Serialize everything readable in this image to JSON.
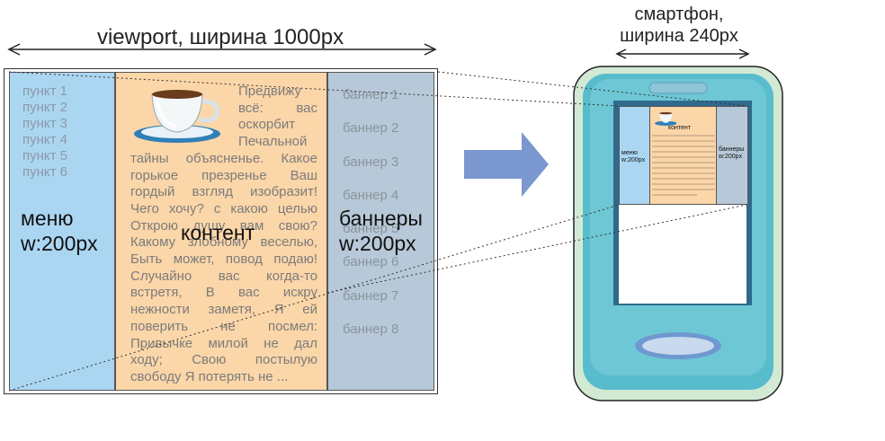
{
  "viewport": {
    "label": "viewport, ширина 1000px",
    "menu": {
      "items": [
        "пункт 1",
        "пункт 2",
        "пункт 3",
        "пункт 4",
        "пункт 5",
        "пункт 6"
      ],
      "label_line1": "меню",
      "label_line2": "w:200px"
    },
    "content": {
      "label": "контент",
      "text": "Предвижу всё: вас оскорбит Печальной тайны объясненье. Какое горькое презренье Ваш гордый взгляд изобразит! Чего хочу? с какою целью Открою душу вам свою? Какому злобному веселью, Быть может, повод подаю! Случайно вас когда-то встретя, В вас искру нежности заметя, Я ей поверить не посмел: Привычке милой не дал ходу; Свою постылую свободу Я потерять не ..."
    },
    "banners": {
      "items": [
        "баннер 1",
        "баннер 2",
        "баннер 3",
        "баннер 4",
        "баннер 5",
        "баннер 6",
        "баннер 7",
        "баннер 8"
      ],
      "label_line1": "баннеры",
      "label_line2": "w:200px"
    }
  },
  "phone": {
    "label_line1": "смартфон,",
    "label_line2": "ширина 240px",
    "menu_label_line1": "меню",
    "menu_label_line2": "w:200px",
    "content_label": "контент",
    "banners_label_line1": "баннеры",
    "banners_label_line2": "w:200px"
  },
  "colors": {
    "menu": "#abd6f2",
    "content": "#fbd6a8",
    "banners": "#b7c9d8",
    "arrow": "#7a97cf",
    "phone_body": "#6cc3cf",
    "phone_shell": "#cfe7cf"
  }
}
